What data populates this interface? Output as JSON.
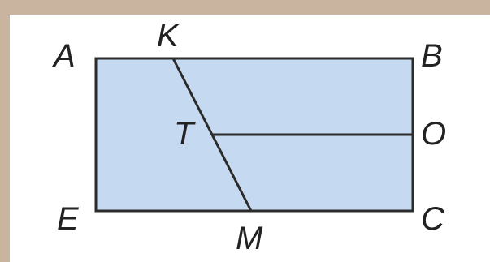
{
  "diagram": {
    "points": {
      "A": "A",
      "B": "B",
      "C": "C",
      "E": "E",
      "K": "K",
      "M": "M",
      "T": "T",
      "O": "O"
    },
    "colors": {
      "background": "#c9b49f",
      "paper": "#ffffff",
      "fill": "#c5d9f1",
      "stroke": "#2b2b2b",
      "text": "#222222"
    }
  }
}
